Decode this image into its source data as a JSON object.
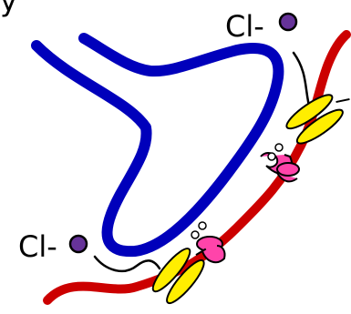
{
  "labels": {
    "top_partial": "y",
    "ion_top": "Cl-",
    "ion_bottom": "Cl-"
  },
  "colors": {
    "terminal": "#0000bb",
    "membrane": "#cc0000",
    "ion": "#663399",
    "ion_outline": "#000000",
    "channel": "#ffee00",
    "receptor": "#ff44aa",
    "path": "#000000"
  },
  "icons": {
    "ion": "chloride-ion-dot-icon",
    "channel": "ion-channel-icon",
    "receptor": "receptor-icon"
  }
}
